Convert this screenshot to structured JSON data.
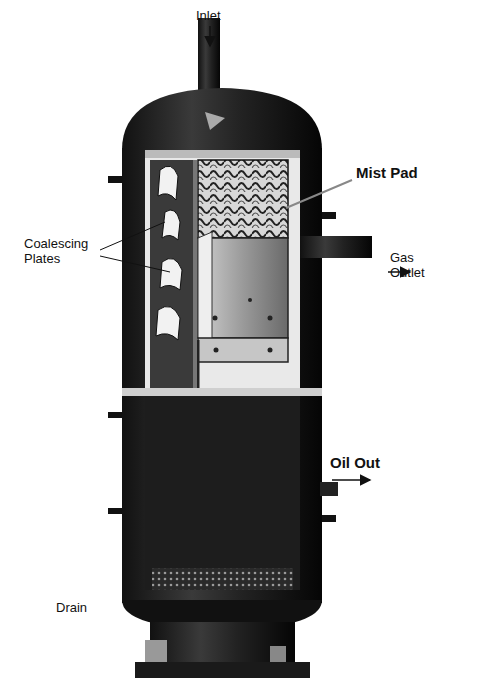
{
  "diagram": {
    "labels": [
      "Inlet",
      "Mist Pad",
      "Gas Outlet",
      "Coalescing Plates",
      "Oil Out",
      "Drain"
    ]
  }
}
